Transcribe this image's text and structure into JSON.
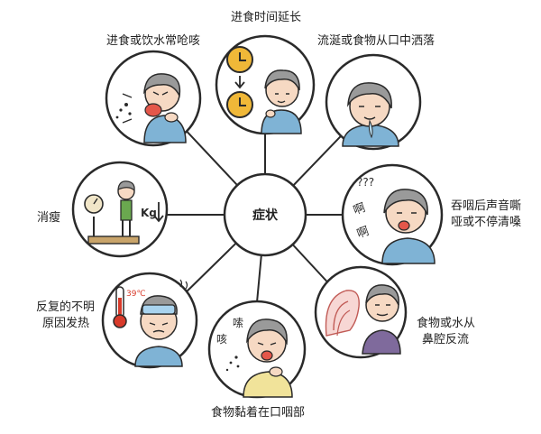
{
  "center": {
    "label": "症状"
  },
  "symptoms": [
    {
      "id": "prolonged-eating",
      "label": "进食时间延长"
    },
    {
      "id": "choking-cough",
      "label": "进食或饮水常呛咳"
    },
    {
      "id": "drooling",
      "label": "流涎或食物从口中洒落"
    },
    {
      "id": "weight-loss",
      "label": "消瘦"
    },
    {
      "id": "hoarse-voice",
      "label_lines": [
        "吞咽后声音嘶",
        "哑或不停清嗓"
      ]
    },
    {
      "id": "recurrent-fever",
      "label_lines": [
        "反复的不明",
        "原因发热"
      ]
    },
    {
      "id": "nasal-reflux",
      "label_lines": [
        "食物或水从",
        "鼻腔反流"
      ]
    },
    {
      "id": "food-stuck",
      "label": "食物黏着在口咽部"
    }
  ],
  "illustration_text": {
    "temperature": "39℃",
    "cough_1": "咳",
    "cough_2": "嗦",
    "ah_1": "啊",
    "ah_2": "啊",
    "question": "???",
    "kg": "Kg"
  },
  "colors": {
    "line": "#2a2a2a",
    "skin": "#f6d9c3",
    "hair": "#9a9a9a",
    "shirt_blue": "#7fb3d5",
    "shirt_yellow": "#f1e39a",
    "shirt_purple": "#7f6a9c",
    "clock": "#f0b838",
    "thermo": "#d83a2a"
  }
}
